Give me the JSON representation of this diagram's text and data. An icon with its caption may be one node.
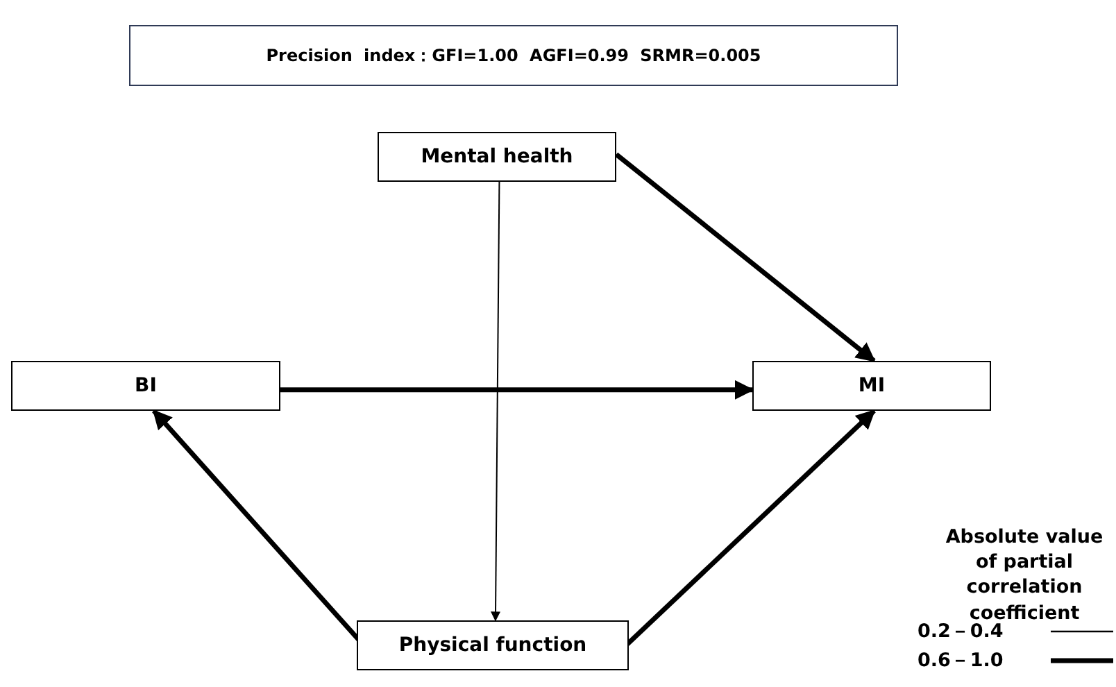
{
  "diagram": {
    "nodes": [
      {
        "text": [
          "Precision index：GFI=1.00 AGFI=0.99 SRMR=0.005"
        ]
      },
      {
        "text": [
          "Mental health"
        ]
      },
      {
        "text": [
          "BI"
        ]
      },
      {
        "text": [
          "MI"
        ]
      },
      {
        "text": [
          "Physical function"
        ]
      }
    ],
    "edges": [
      {
        "from": 1,
        "to": 3,
        "arrow": "to"
      },
      {
        "from": 2,
        "to": 3,
        "arrow": "to"
      },
      {
        "from": 1,
        "to": 4,
        "arrow": "to"
      },
      {
        "from": 4,
        "to": 2,
        "arrow": "to"
      },
      {
        "from": 4,
        "to": 3,
        "arrow": "to"
      }
    ],
    "labels": [
      "Absolute value of partial correlation coefficient"
    ],
    "legend": [
      {
        "text": "0.2－0.4"
      },
      {
        "text": "0.6－1.0"
      }
    ]
  }
}
